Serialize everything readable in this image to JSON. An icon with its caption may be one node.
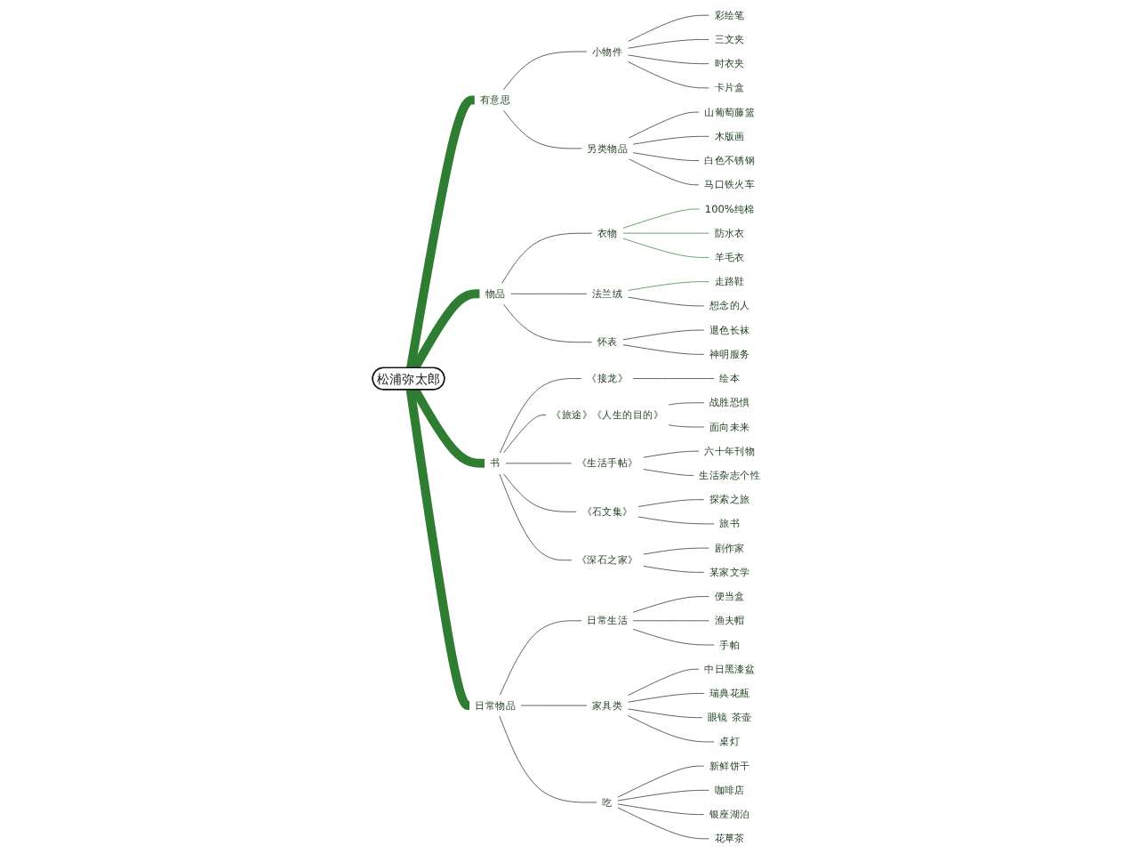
{
  "diagram": {
    "nodes": [
      {
        "text": [
          "松浦弥太郎"
        ]
      },
      {
        "text": [
          "有意思"
        ]
      },
      {
        "text": [
          "小物件"
        ]
      },
      {
        "text": [
          "彩绘笔"
        ]
      },
      {
        "text": [
          "三文夹"
        ]
      },
      {
        "text": [
          "时衣夹"
        ]
      },
      {
        "text": [
          "卡片盒"
        ]
      },
      {
        "text": [
          "另类物品"
        ]
      },
      {
        "text": [
          "山葡萄藤篮"
        ]
      },
      {
        "text": [
          "木版画"
        ]
      },
      {
        "text": [
          "白色不锈钢"
        ]
      },
      {
        "text": [
          "马口铁火车"
        ]
      },
      {
        "text": [
          "物品"
        ]
      },
      {
        "text": [
          "衣物"
        ]
      },
      {
        "text": [
          "100%纯棉"
        ]
      },
      {
        "text": [
          "防水衣"
        ]
      },
      {
        "text": [
          "羊毛衣"
        ]
      },
      {
        "text": [
          "法兰绒"
        ]
      },
      {
        "text": [
          "走路鞋"
        ]
      },
      {
        "text": [
          "想念的人"
        ]
      },
      {
        "text": [
          "怀表"
        ]
      },
      {
        "text": [
          "退色长袜"
        ]
      },
      {
        "text": [
          "神明服务"
        ]
      },
      {
        "text": [
          "书"
        ]
      },
      {
        "text": [
          "《接龙》"
        ]
      },
      {
        "text": [
          "绘本"
        ]
      },
      {
        "text": [
          "《旅途》《人生的目的》"
        ]
      },
      {
        "text": [
          "战胜恐惧"
        ]
      },
      {
        "text": [
          "面向未来"
        ]
      },
      {
        "text": [
          "《生活手帖》"
        ]
      },
      {
        "text": [
          "六十年刊物"
        ]
      },
      {
        "text": [
          "生活杂志个性"
        ]
      },
      {
        "text": [
          "《石文集》"
        ]
      },
      {
        "text": [
          "探索之旅"
        ]
      },
      {
        "text": [
          "旅书"
        ]
      },
      {
        "text": [
          "《深石之家》"
        ]
      },
      {
        "text": [
          "剧作家"
        ]
      },
      {
        "text": [
          "某家文学"
        ]
      },
      {
        "text": [
          "日常物品"
        ]
      },
      {
        "text": [
          "日常生活"
        ]
      },
      {
        "text": [
          "便当盒"
        ]
      },
      {
        "text": [
          "渔夫帽"
        ]
      },
      {
        "text": [
          "手帕"
        ]
      },
      {
        "text": [
          "家具类"
        ]
      },
      {
        "text": [
          "中日黑漆盆"
        ]
      },
      {
        "text": [
          "瑞典花瓶"
        ]
      },
      {
        "text": [
          "眼镜 茶壶"
        ]
      },
      {
        "text": [
          "桌灯"
        ]
      },
      {
        "text": [
          "吃"
        ]
      },
      {
        "text": [
          "新鲜饼干"
        ]
      },
      {
        "text": [
          "咖啡店"
        ]
      },
      {
        "text": [
          "银座湖泊"
        ]
      },
      {
        "text": [
          "花草茶"
        ]
      }
    ],
    "edges": [
      {
        "from": 0,
        "to": 1,
        "arrow": "none",
        "style": "thick",
        "color": "#2e7d32"
      },
      {
        "from": 1,
        "to": 2,
        "arrow": "none"
      },
      {
        "from": 2,
        "to": 3,
        "arrow": "none"
      },
      {
        "from": 2,
        "to": 4,
        "arrow": "none"
      },
      {
        "from": 2,
        "to": 5,
        "arrow": "none"
      },
      {
        "from": 2,
        "to": 6,
        "arrow": "none"
      },
      {
        "from": 1,
        "to": 7,
        "arrow": "none"
      },
      {
        "from": 7,
        "to": 8,
        "arrow": "none"
      },
      {
        "from": 7,
        "to": 9,
        "arrow": "none"
      },
      {
        "from": 7,
        "to": 10,
        "arrow": "none"
      },
      {
        "from": 7,
        "to": 11,
        "arrow": "none"
      },
      {
        "from": 0,
        "to": 12,
        "arrow": "none",
        "style": "thick",
        "color": "#2e7d32"
      },
      {
        "from": 12,
        "to": 13,
        "arrow": "none"
      },
      {
        "from": 13,
        "to": 14,
        "arrow": "none",
        "color": "#2e7d32"
      },
      {
        "from": 13,
        "to": 15,
        "arrow": "none",
        "color": "#2e7d32"
      },
      {
        "from": 13,
        "to": 16,
        "arrow": "none",
        "color": "#2e7d32"
      },
      {
        "from": 12,
        "to": 17,
        "arrow": "none"
      },
      {
        "from": 17,
        "to": 18,
        "arrow": "none",
        "color": "#2e7d32"
      },
      {
        "from": 17,
        "to": 19,
        "arrow": "none"
      },
      {
        "from": 12,
        "to": 20,
        "arrow": "none"
      },
      {
        "from": 20,
        "to": 21,
        "arrow": "none"
      },
      {
        "from": 20,
        "to": 22,
        "arrow": "none"
      },
      {
        "from": 0,
        "to": 23,
        "arrow": "none",
        "style": "thick",
        "color": "#2e7d32"
      },
      {
        "from": 23,
        "to": 24,
        "arrow": "none"
      },
      {
        "from": 24,
        "to": 25,
        "arrow": "none"
      },
      {
        "from": 23,
        "to": 26,
        "arrow": "none"
      },
      {
        "from": 26,
        "to": 27,
        "arrow": "none"
      },
      {
        "from": 26,
        "to": 28,
        "arrow": "none"
      },
      {
        "from": 23,
        "to": 29,
        "arrow": "none"
      },
      {
        "from": 29,
        "to": 30,
        "arrow": "none"
      },
      {
        "from": 29,
        "to": 31,
        "arrow": "none"
      },
      {
        "from": 23,
        "to": 32,
        "arrow": "none"
      },
      {
        "from": 32,
        "to": 33,
        "arrow": "none"
      },
      {
        "from": 32,
        "to": 34,
        "arrow": "none"
      },
      {
        "from": 23,
        "to": 35,
        "arrow": "none"
      },
      {
        "from": 35,
        "to": 36,
        "arrow": "none"
      },
      {
        "from": 35,
        "to": 37,
        "arrow": "none"
      },
      {
        "from": 0,
        "to": 38,
        "arrow": "none",
        "style": "thick",
        "color": "#2e7d32"
      },
      {
        "from": 38,
        "to": 39,
        "arrow": "none"
      },
      {
        "from": 39,
        "to": 40,
        "arrow": "none"
      },
      {
        "from": 39,
        "to": 41,
        "arrow": "none"
      },
      {
        "from": 39,
        "to": 42,
        "arrow": "none"
      },
      {
        "from": 38,
        "to": 43,
        "arrow": "none"
      },
      {
        "from": 43,
        "to": 44,
        "arrow": "none"
      },
      {
        "from": 43,
        "to": 45,
        "arrow": "none"
      },
      {
        "from": 43,
        "to": 46,
        "arrow": "none"
      },
      {
        "from": 43,
        "to": 47,
        "arrow": "none"
      },
      {
        "from": 38,
        "to": 48,
        "arrow": "none"
      },
      {
        "from": 48,
        "to": 49,
        "arrow": "none"
      },
      {
        "from": 48,
        "to": 50,
        "arrow": "none"
      },
      {
        "from": 48,
        "to": 51,
        "arrow": "none"
      },
      {
        "from": 48,
        "to": 52,
        "arrow": "none"
      }
    ]
  }
}
